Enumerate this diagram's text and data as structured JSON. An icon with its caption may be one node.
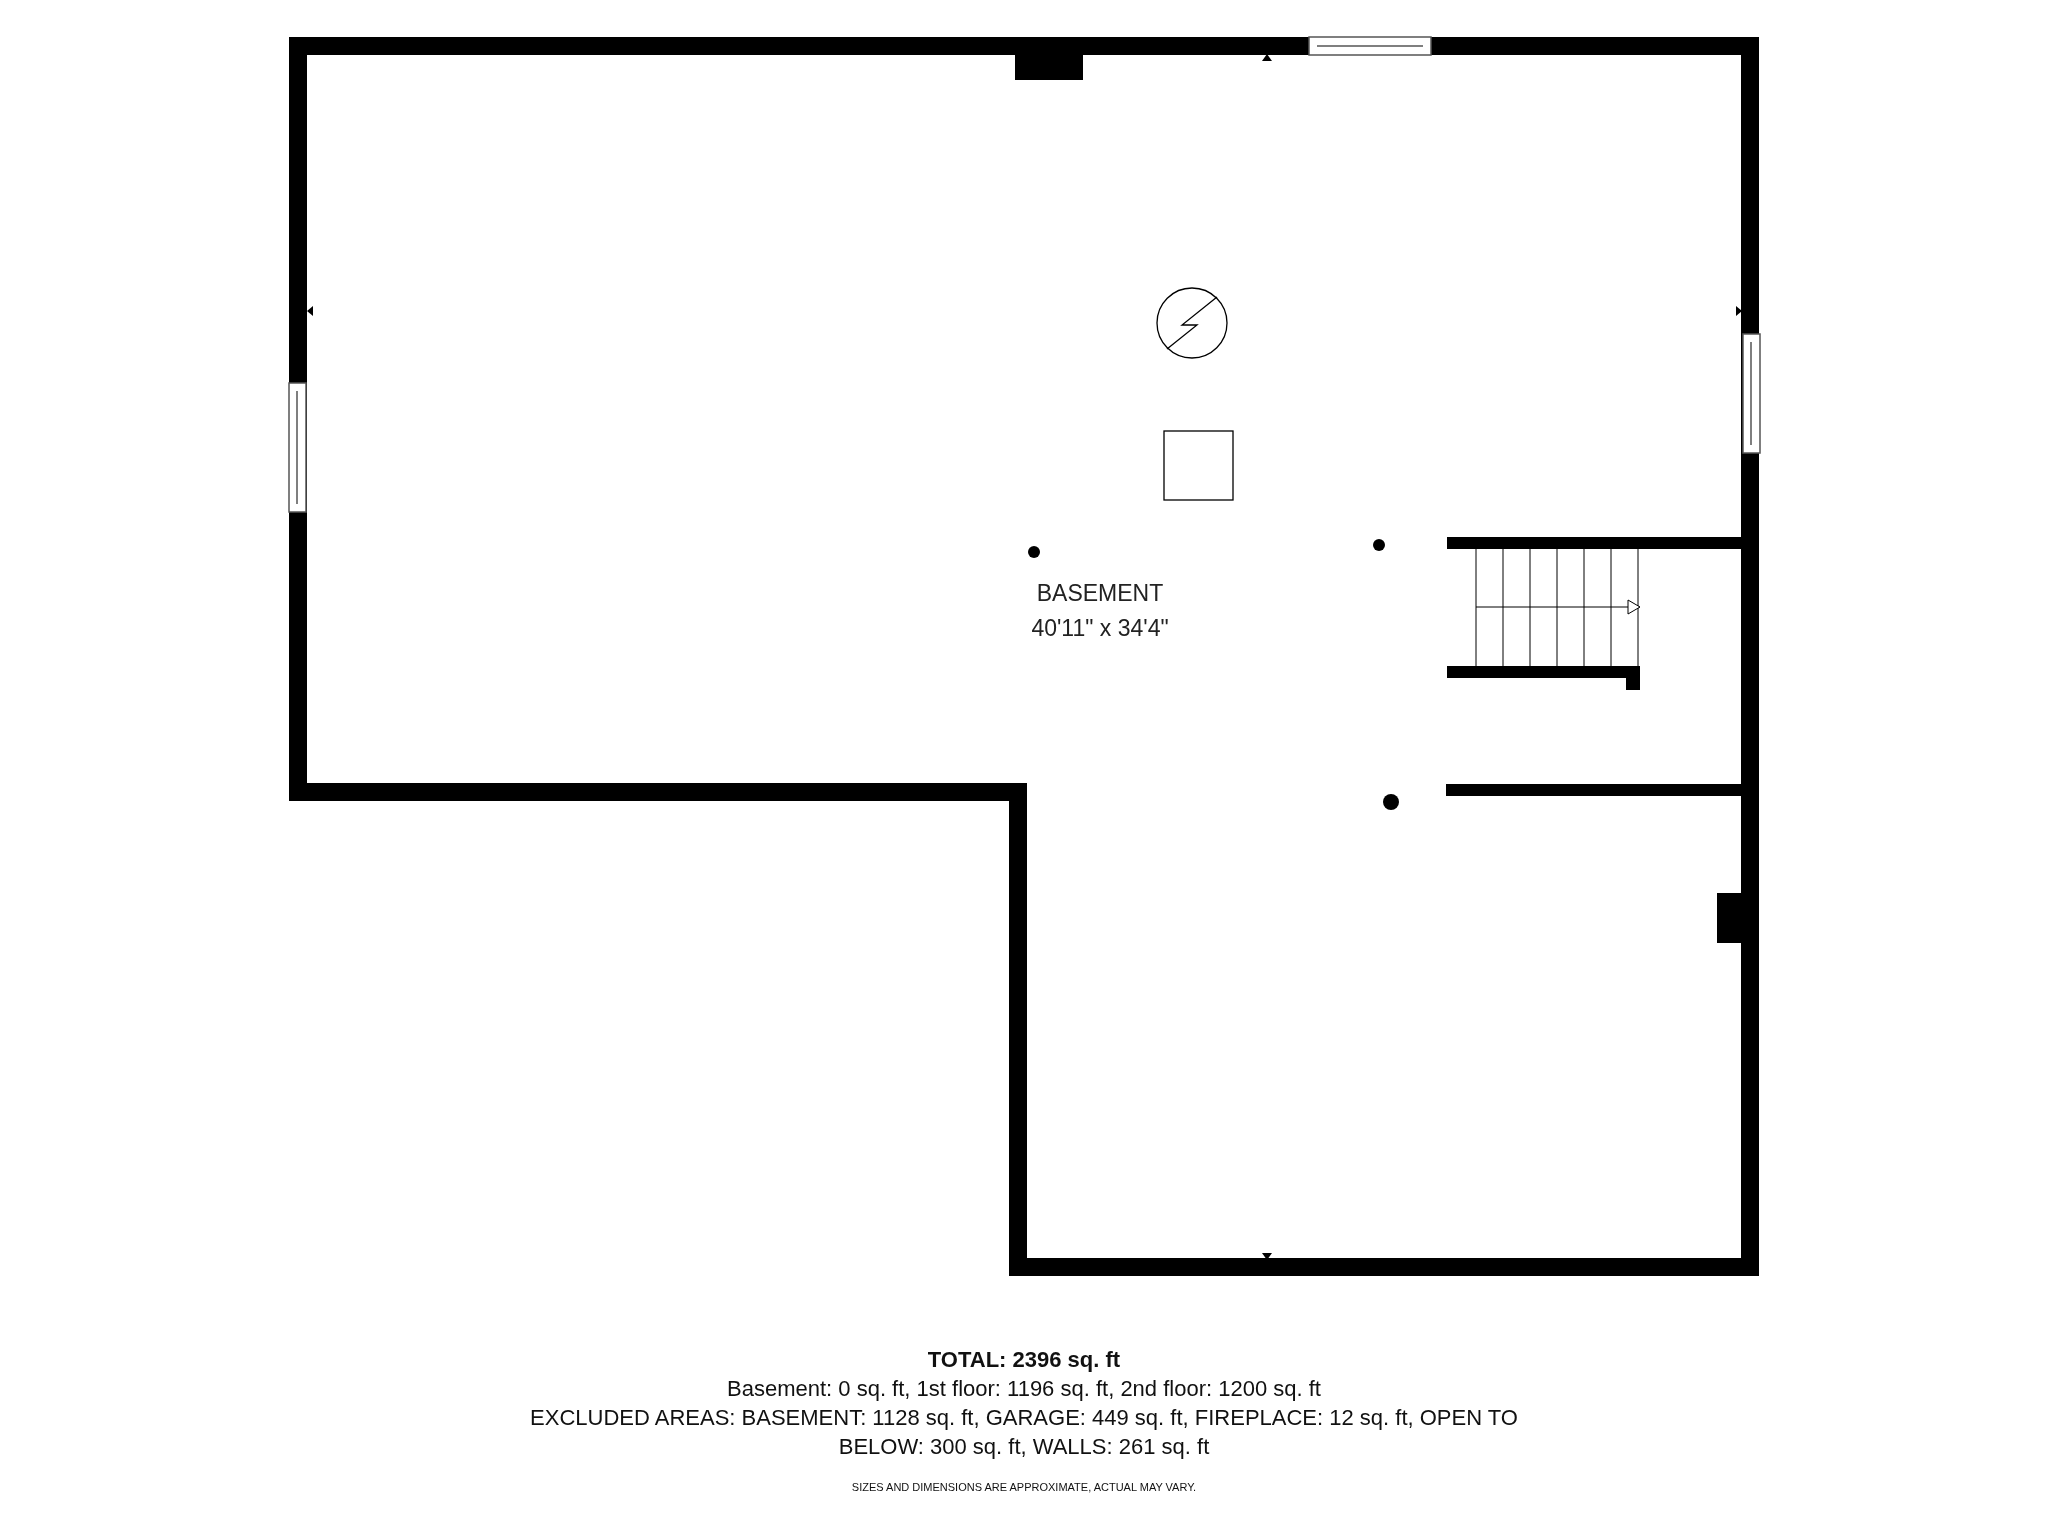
{
  "diagram": {
    "nodes": [
      {
        "text": [
          "BASEMENT",
          "40'11\" x 34'4\""
        ]
      }
    ],
    "labels": [
      "TOTAL: 2396 sq. ft",
      "Basement: 0 sq. ft, 1st floor: 1196 sq. ft, 2nd floor: 1200 sq. ft",
      "EXCLUDED AREAS: BASEMENT: 1128 sq. ft, GARAGE: 449 sq. ft, FIREPLACE: 12 sq. ft, OPEN TO BELOW: 300 sq. ft, WALLS: 261 sq. ft",
      "SIZES AND DIMENSIONS ARE APPROXIMATE, ACTUAL MAY VARY."
    ]
  }
}
